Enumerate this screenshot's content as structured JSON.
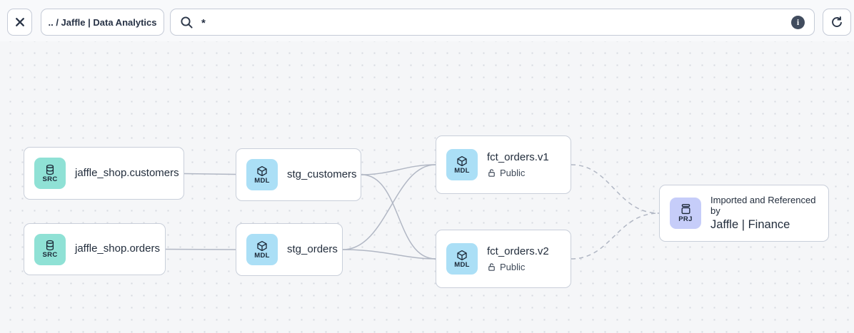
{
  "toolbar": {
    "close_icon": "close-icon",
    "breadcrumb": ".. / Jaffle | Data Analytics",
    "search": {
      "icon": "search-icon",
      "query": "*",
      "info_icon": "info-icon",
      "info_glyph": "i"
    },
    "refresh_icon": "refresh-icon"
  },
  "graph": {
    "nodes": [
      {
        "id": "src_customers",
        "badge": "SRC",
        "icon": "database-icon",
        "label": "jaffle_shop.customers"
      },
      {
        "id": "src_orders",
        "badge": "SRC",
        "icon": "database-icon",
        "label": "jaffle_shop.orders"
      },
      {
        "id": "stg_customers",
        "badge": "MDL",
        "icon": "model-cube-icon",
        "label": "stg_customers"
      },
      {
        "id": "stg_orders",
        "badge": "MDL",
        "icon": "model-cube-icon",
        "label": "stg_orders"
      },
      {
        "id": "fct_orders_v1",
        "badge": "MDL",
        "icon": "model-cube-icon",
        "label": "fct_orders.v1",
        "access": "Public",
        "access_icon": "lock-open-icon"
      },
      {
        "id": "fct_orders_v2",
        "badge": "MDL",
        "icon": "model-cube-icon",
        "label": "fct_orders.v2",
        "access": "Public",
        "access_icon": "lock-open-icon"
      },
      {
        "id": "prj_jaffle_finance",
        "badge": "PRJ",
        "icon": "project-archive-icon",
        "caption": "Imported and Referenced by",
        "label": "Jaffle | Finance"
      }
    ],
    "edges": [
      {
        "from": "src_customers",
        "to": "stg_customers",
        "style": "solid"
      },
      {
        "from": "src_orders",
        "to": "stg_orders",
        "style": "solid"
      },
      {
        "from": "stg_customers",
        "to": "fct_orders_v1",
        "style": "solid"
      },
      {
        "from": "stg_customers",
        "to": "fct_orders_v2",
        "style": "solid"
      },
      {
        "from": "stg_orders",
        "to": "fct_orders_v1",
        "style": "solid"
      },
      {
        "from": "stg_orders",
        "to": "fct_orders_v2",
        "style": "solid"
      },
      {
        "from": "fct_orders_v1",
        "to": "prj_jaffle_finance",
        "style": "dashed"
      },
      {
        "from": "fct_orders_v2",
        "to": "prj_jaffle_finance",
        "style": "dashed"
      }
    ]
  },
  "colors": {
    "source_tile": "#8FE1D5",
    "model_tile": "#ABDFF6",
    "project_tile": "#C6CDF9",
    "edge": "#B1B7C4",
    "node_border": "#C9CFDA",
    "canvas_bg": "#F5F6F8",
    "toolbar_bg": "#F8F9FB",
    "info_badge_bg": "#414C5E",
    "text_primary": "#232E3D"
  }
}
